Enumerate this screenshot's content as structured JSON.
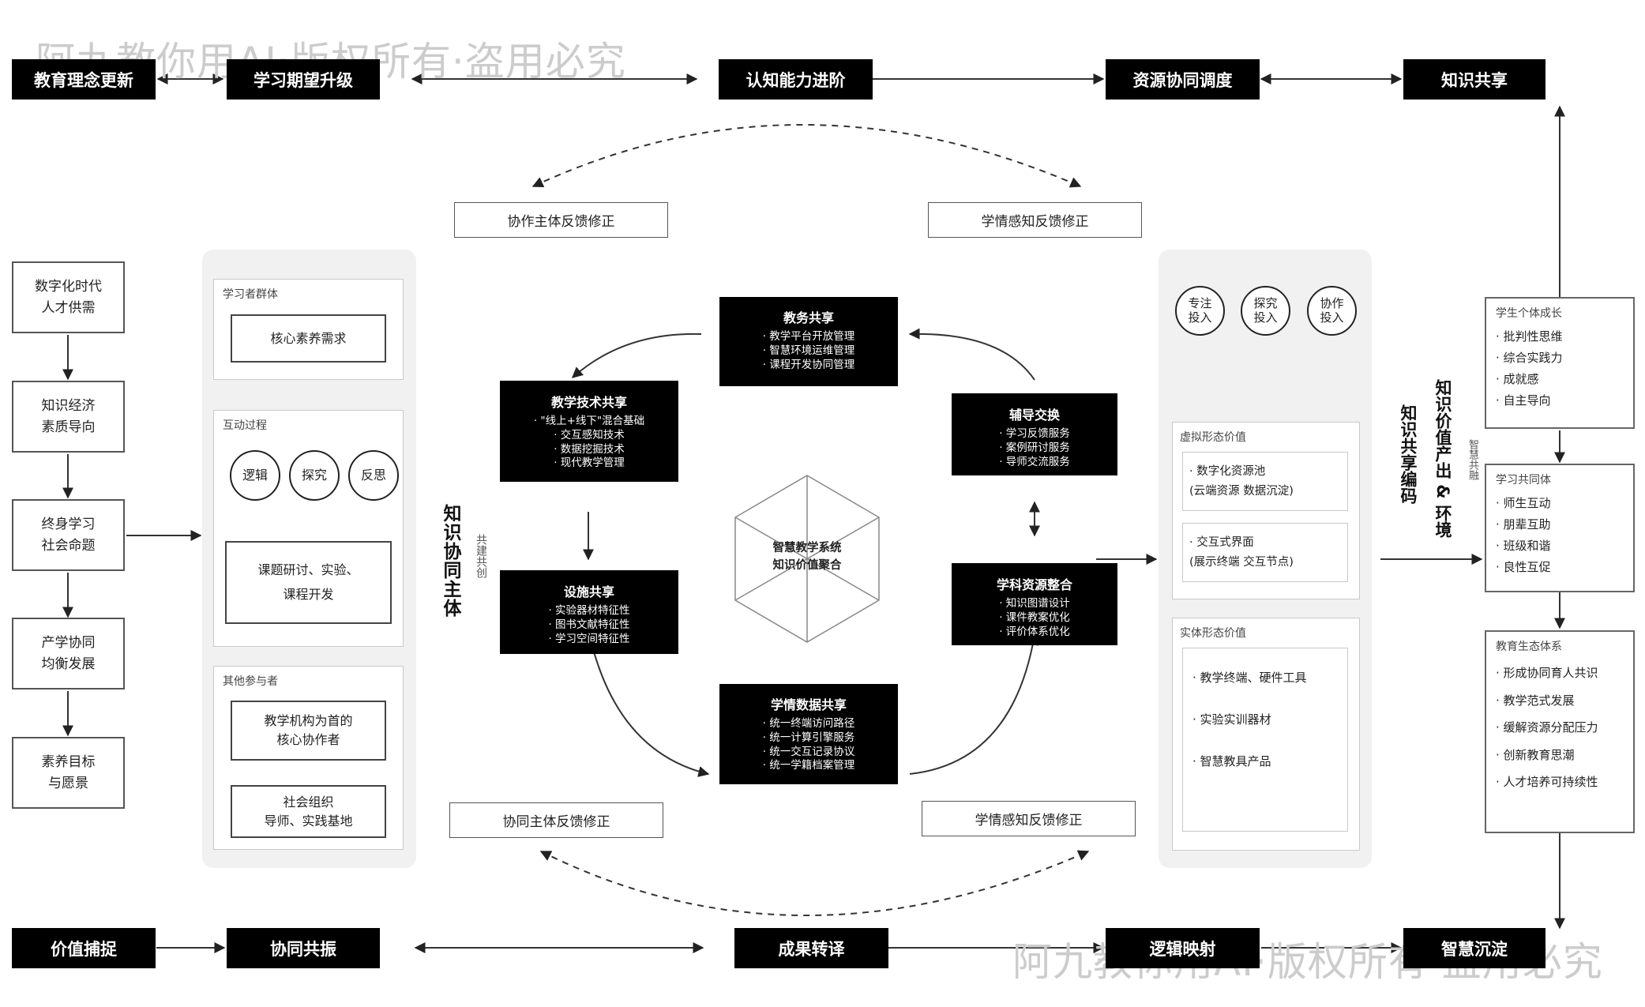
{
  "watermark": "阿九教你用AI·版权所有·盗用必究",
  "top_row": [
    "教育理念更新",
    "学习期望升级",
    "认知能力进阶",
    "资源协同调度",
    "知识共享"
  ],
  "bottom_row": [
    "价值捕捉",
    "协同共振",
    "成果转译",
    "逻辑映射",
    "智慧沉淀"
  ],
  "left_chain": [
    "数字化时代\n人才供需",
    "知识经济\n素质导向",
    "终身学习\n社会命题",
    "产学协同\n均衡发展",
    "素养目标\n与愿景"
  ],
  "feedback": {
    "top_left": "协作主体反馈修正",
    "top_right": "学情感知反馈修正",
    "bottom_left": "协同主体反馈修正",
    "bottom_right": "学情感知反馈修正"
  },
  "left_panel": {
    "group1_label": "学习者群体",
    "core_need": "核心素养需求",
    "group2_label": "互动过程",
    "circles": [
      "逻辑",
      "探究",
      "反思"
    ],
    "research": "课题研讨、实验、\n课程开发",
    "group3_label": "其他参与者",
    "institution": "教学机构为首的\n核心协作者",
    "social": "社会组织\n导师、实践基地"
  },
  "side_label_left": {
    "main": "知识协同主体",
    "small": "共建共创"
  },
  "center": {
    "hub": "智慧教学系统\n知识价值聚合",
    "boxes": [
      {
        "title": "教务共享",
        "items": [
          "· 教学平台开放管理",
          "· 智慧环境运维管理",
          "· 课程开发协同管理"
        ]
      },
      {
        "title": "教学技术共享",
        "items": [
          "· \"线上+线下\"混合基础",
          "· 交互感知技术",
          "· 数据挖掘技术",
          "· 现代教学管理"
        ]
      },
      {
        "title": "辅导交换",
        "items": [
          "· 学习反馈服务",
          "· 案例研讨服务",
          "· 导师交流服务"
        ]
      },
      {
        "title": "设施共享",
        "items": [
          "· 实验器材特征性",
          "· 图书文献特征性",
          "· 学习空间特征性"
        ]
      },
      {
        "title": "学科资源整合",
        "items": [
          "· 知识图谱设计",
          "· 课件教案优化",
          "· 评价体系优化"
        ]
      },
      {
        "title": "学情数据共享",
        "items": [
          "· 统一终端访问路径",
          "· 统一计算引擎服务",
          "· 统一交互记录协议",
          "· 统一学籍档案管理"
        ]
      }
    ]
  },
  "right_panel": {
    "circles": [
      "专注\n投入",
      "探究\n投入",
      "协作\n投入"
    ],
    "virtual_label": "虚拟形态价值",
    "virtual_items": [
      "· 数字化资源池\n(云端资源 数据沉淀)",
      "· 交互式界面\n(展示终端 交互节点)"
    ],
    "physical_label": "实体形态价值",
    "physical_items": [
      "· 教学终端、硬件工具",
      "· 实验实训器材",
      "· 智慧教具产品"
    ]
  },
  "side_label_right": {
    "encode": "知识共享编码",
    "output": "知识价值产出 & 环境",
    "small": "智慧共融"
  },
  "outcomes": [
    {
      "title": "学生个体成长",
      "items": [
        "· 批判性思维",
        "· 综合实践力",
        "· 成就感",
        "· 自主导向"
      ]
    },
    {
      "title": "学习共同体",
      "items": [
        "· 师生互动",
        "· 朋辈互助",
        "· 班级和谐",
        "· 良性互促"
      ]
    },
    {
      "title": "教育生态体系",
      "items": [
        "· 形成协同育人共识",
        "· 教学范式发展",
        "· 缓解资源分配压力",
        "· 创新教育思潮",
        "· 人才培养可持续性"
      ]
    }
  ]
}
